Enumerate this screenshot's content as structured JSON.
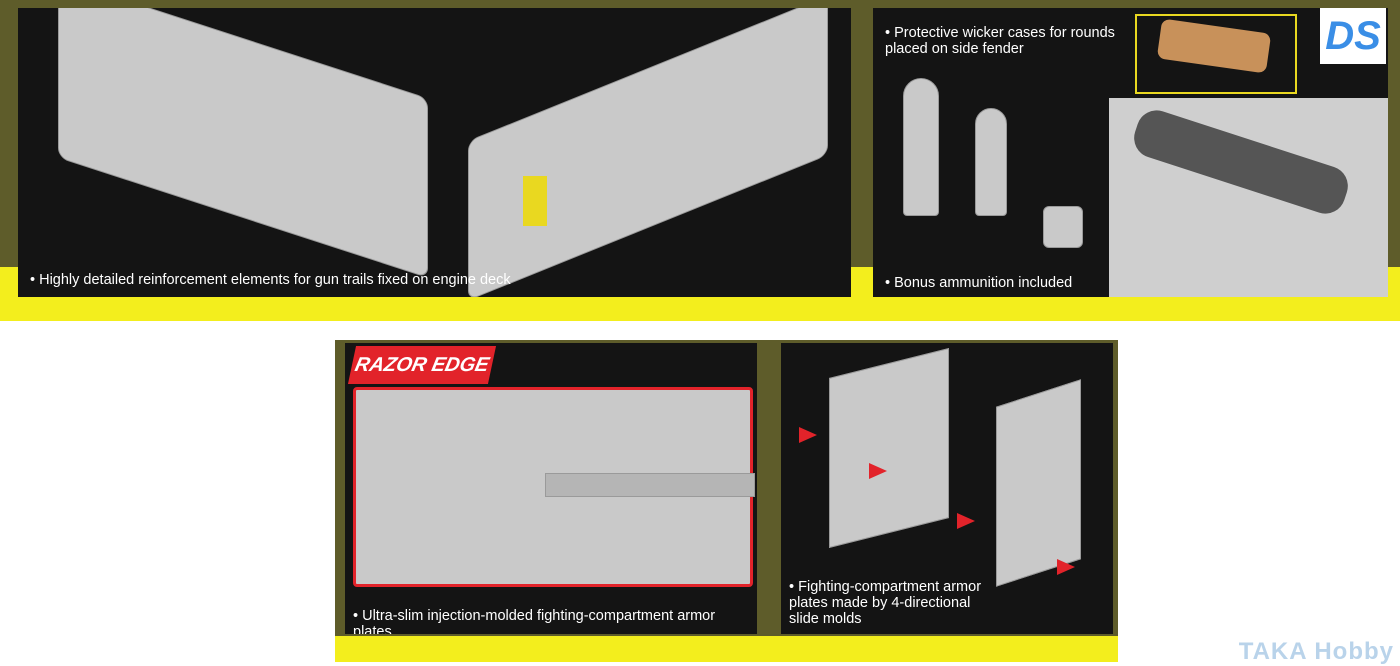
{
  "top_section": {
    "panel_left_caption": "Highly detailed reinforcement elements for gun trails fixed on engine deck",
    "panel_right_caption_top": "Protective wicker cases for rounds placed on side fender",
    "panel_right_caption_bottom": "Bonus ammunition included",
    "logo": "DS"
  },
  "bottom_section": {
    "badge": "RAZOR EDGE",
    "panel_left_caption": "Ultra-slim injection-molded fighting-compartment armor plates",
    "panel_right_caption": "Fighting-compartment armor plates made by 4-directional slide molds"
  },
  "watermark": "TAKA Hobby",
  "colors": {
    "olive": "#5e5c2a",
    "yellow": "#f3ee1d",
    "arrow_red": "#e2232a"
  }
}
